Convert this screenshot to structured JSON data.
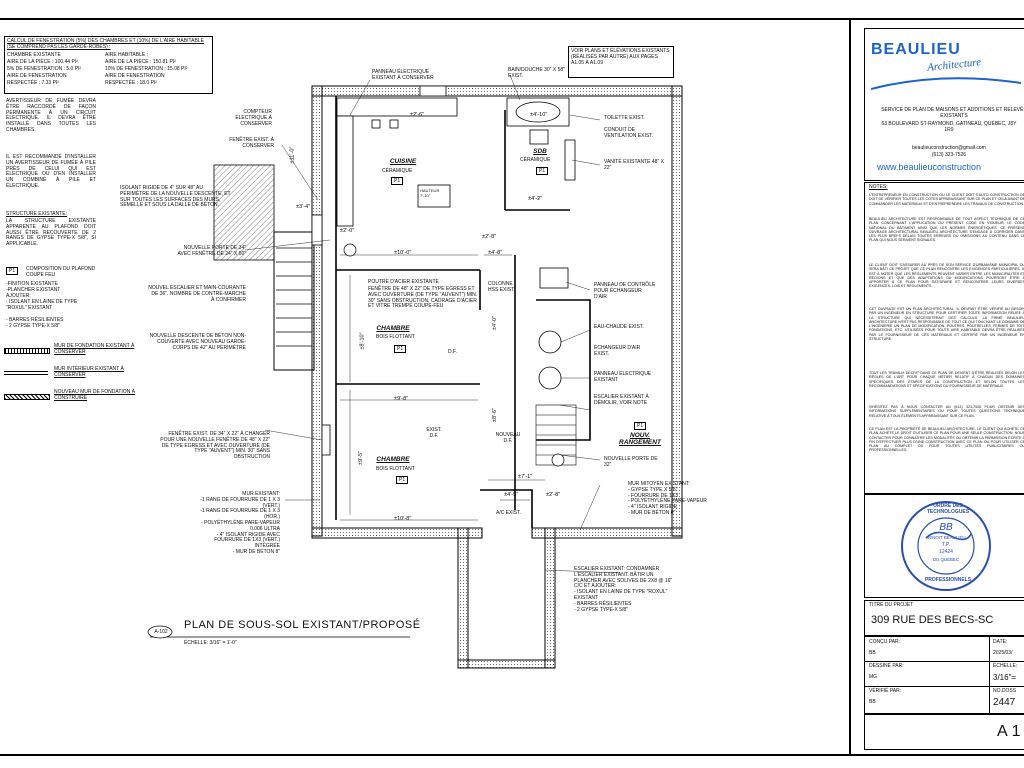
{
  "window_calc": {
    "title": "CALCUL DE FENESTRATION (5%) DES CHAMBRES ET (10%) DE L'AIRE HABITABLE (SE COMPREND PAS LES GARDE-ROBES) :",
    "left": [
      "CHAMBRE EXISTANTE",
      "AIRE DE LA PIÈCE : 100.44 PI²",
      "5% DE FENESTRATION : 5.0 PI²",
      "AIRE DE FENESTRATION",
      "RESPECTÉE : 7.33 PI²"
    ],
    "right": [
      "AIRE HABITABLE :",
      "AIRE DE LA PIÈCE : 150.81 PI²",
      "10% DE FENESTRATION : 15.08 PI²",
      "AIRE DE FENESTRATION",
      "RESPECTÉE : 18.0 PI²"
    ]
  },
  "notes_left": {
    "smoke": "AVERTISSEUR DE FUMÉE DEVRA ÊTRE RACCORDÉ DE FAÇON PERMANENTE À UN CIRCUIT ÉLECTRIQUE. IL DEVRA ÊTRE INSTALLÉ DANS TOUTES LES CHAMBRES.",
    "co": "IL EST RECOMMANDÉ D'INSTALLER UN AVERTISSEUR DE FUMÉE À PILE PRÈS DE CELUI QUI EST ÉLECTRIQUE OU D'EN INSTALLER UN COMBINÉ À PILE ET ÉLECTRIQUE.",
    "structure_title": "STRUCTURE EXISTANTE:",
    "structure": "LA STRUCTURE EXISTANTE APPARENTE AU PLAFOND DOIT AUSSI ÊTRE RECOUVERTE DE 2 RANGS DE GYPSE TYPE-X 5/8\", SI APPLICABLE.",
    "p1_tag": "P1",
    "p1_title": "COMPOSITION DU PLAFOND COUPE FEU",
    "p1_lines": [
      "-FINITION EXISTANTE",
      "-PLANCHER EXISTANT",
      "AJOUTER:",
      "- ISOLANT EN LAINE DE TYPE \"ROXUL\" EXISTANT",
      "- BARRES RÉSILIENTES",
      "- 2 GYPSE TYPE-X 5/8\""
    ]
  },
  "legend": [
    {
      "label": "MUR DE FONDATION EXISTANT À CONSERVER"
    },
    {
      "label": "MUR INTÉRIEUR EXISTANT À CONSERVER"
    },
    {
      "label": "NOUVEAU MUR DE FONDATION À CONSTRUIRE"
    }
  ],
  "ref_note": "VOIR PLANS ET ÉLÉVATIONS EXISTANTS (RÉALISÉS PAR AUTRE) AUX PAGES A1.05 À A1.09",
  "rooms": {
    "cuisine": "CUISINE",
    "cuisine_sub": "CÉRAMIQUE",
    "sdb": "SDB",
    "sdb_sub": "CÉRAMIQUE",
    "chambre1": "CHAMBRE",
    "chambre1_sub": "BOIS FLOTTANT",
    "chambre2": "CHAMBRE",
    "chambre2_sub": "BOIS FLOTTANT",
    "rangement": "NOUV. RANGEMENT",
    "hauteur": "HAUTEUR 7'-10\""
  },
  "tags": {
    "p1": "P1",
    "df": "D.F.",
    "exist_df": "EXIST. D.F.",
    "nouveau_df": "NOUVEAU D.F."
  },
  "dims": [
    "±10'-0\"",
    "±4'-8\"",
    "±9'-8\"",
    "±10'-8\"",
    "±4'-5\"",
    "±2'-8\"",
    "±7'-1\"",
    "±4'-2\"",
    "±2'-8\"",
    "±8'-10\"",
    "±9'-5\"",
    "±3'-4\"",
    "±2'-0\"",
    "±4'-0\"",
    "±11'-0\"",
    "±8'-6\"",
    "±2'-6\"",
    "±4'-10\""
  ],
  "annotations_left": {
    "compteur": "COMPTEUR ÉLECTRIQUE À CONSERVER",
    "fenetre1": "FENÊTRE EXIST. À CONSERVER",
    "isolant": "ISOLANT RIGIDE DE 4\" SUR 48\" AU PÉRIMÈTRE DE LA NOUVELLE DESCENTE, ET SUR TOUTES LES SURFACES DES MURS, SEMELLE ET SOUS LA DALLE DE BÉTON.",
    "porte": "NOUVELLE PORTE DE 34\" AVEC FENÊTRE DE 24\" X 60\"",
    "escalier": "NOUVEL ESCALIER ET MAIN-COURANTE DE 36\". NOMBRE DE CONTRE-MARCHE À CONFIRMER",
    "descente": "NOUVELLE DESCENTE DE BÉTON NON-COUVERTE AVEC NOUVEAU GARDE-CORPS DE 42\" AU PÉRIMÈTRE",
    "fenetre2": "FENÊTRE EXIST. DE 34\" X 22\" À CHANGER POUR UNE NOUVELLE FENÊTRE DE 48\" X 22\" DE TYPE EGRESS ET AVEC OUVERTURE (DE TYPE \"AUVENT\") MIN. 30\" SANS OBSTRUCTION",
    "mur_existant": "MUR EXISTANT:\n-1 RANG DE FOURRURE DE 1 X 3 (VERT.)\n-1 RANG DE FOURRURE DE 1 X 3 (HOR.)\n- POLYÉTHYLÈNE PARE-VAPEUR 0.006 ULTRA\n- 4\" ISOLANT RIGIDE AVEC FOURRURE DE 1X3 (VERT.) INTÉGRÉE\n- MUR DE BÉTON 8\""
  },
  "annotations_top": {
    "panneau": "PANNEAU ÉLECTRIQUE EXISTANT À CONSERVER",
    "bain": "BAIN/DOUCHE 30\" X 58\" EXIST.",
    "toilette": "TOILETTE EXIST.",
    "conduit": "CONDUIT DE VENTILATION EXIST.",
    "vanite": "VANITÉ EXISTANTE 48\" X 22\""
  },
  "annotations_center": {
    "poutre": "POUTRE D'ACIER EXISTANTE",
    "fenetre_egress": "FENÊTRE DE 48\" X 22\" DE TYPE EGRESS ET AVEC OUVERTURE (DE TYPE \"AUVENT\") MIN. 30\" SANS OBSTRUCTION, CADRAGE D'ACIER ET VITRE TREMPÉ COUPE-FEU",
    "colonne": "COLONNE HSS EXIST."
  },
  "annotations_right": {
    "controle": "PANNEAU DE CONTRÔLE POUR ÉCHANGEUR D'AIR",
    "eau_chaude": "EAU-CHAUDE EXIST.",
    "echangeur": "ÉCHANGEUR D'AIR EXIST.",
    "panneau2": "PANNEAU ÉLECTRIQUE EXISTANT",
    "escalier_demolir": "ESCALIER EXISTANT À DÉMOLIR, VOIR NOTE",
    "porte32": "NOUVELLE PORTE DE 32\"",
    "mitoyen": "MUR MITOYEN EXISTANT:\n- GYPSE TYPE X 5/8\"\n- FOURRURE DE 1X3\n- POLYÉTHYLÈNE PARE-VAPEUR\n- 4\" ISOLANT RIGIDE\n- MUR DE BÉTON 8\"",
    "ac": "A/C EXIST.",
    "condamner": "ESCALIER EXISTANT: CONDAMNER L'ESCALIER EXISTANT. BÂTIR UN PLANCHER AVEC SOLIVES DE 2X8 @ 16\" C/C ET AJOUTER:\n- ISOLANT EN LAINE DE TYPE \"ROXUL\" EXISTANT\n- BARRES RÉSILIENTES\n- 2 GYPSE TYPE-X 5/8\""
  },
  "plan_title": {
    "ref": "A-102",
    "title": "PLAN DE SOUS-SOL EXISTANT/PROPOSÉ",
    "scale": "ÉCHELLE: 3/16\" = 1'-0\""
  },
  "title_block": {
    "logo_main": "BEAULIEU",
    "logo_script": "Architecture",
    "service": "SERVICE DE PLAN DE MAISONS ET ADDITIONS ET RELEVÉS EXISTANTS",
    "address": "63 BOULEVARD ST-RAYMOND, GATINEAU, QUÉBEC, J8Y 1R9",
    "email": "beaulieuconstruction@gmail.com",
    "phone": "(613) 323-7526",
    "web": "www.beaulieuconstruction",
    "notes_title": "NOTES:",
    "notes": [
      "L'ENTREPRENEUR EN CONSTRUCTION OU LE CLIENT DOIT S'AUTO-CONSTRUCTION DE DOIT DE VÉRIFIER TOUTES LES COTES APPARAISSANT SUR CE PLAN ET CELA AVANT DE COMMANDER LES MATÉRIAUX ET D'ENTREPRENDRE LES TRAVAUX DE CONSTRUCTION.",
      "BEAULIEU ARCHITECTURE EST RESPONSABLE DE TOUT ASPECT TECHNIQUE DE CE PLAN CONCERNANT L'APPLICATION DU PRÉSENT CODE EN VIGUEUR, LE CODE NATIONAL DU BÂTIMENT AINSI QUE LES NORMES ÉNERGÉTIQUES. CE PRÉSENT OUVRAGE ARCHITECTURAL BEAULIEU ARCHITECTURE S'ENGAGE À CORRIGER DANS LES PLUS BREFS DÉLAIS TOUTES ERREURS OU OMISSIONS AU CONTENU DANS LE PLAN QUI NOUS SERAIENT SIGNALÉS.",
      "LE CLIENT DOIT S'ASSURER AU PRÈS DE SON SERVICE D'URBANISME MUNICIPAL OU SERA BÂTI CE PROJET QUE CE PLAN RENCONTRE LES EXIGENCES PARTICULIÈRES. IL EST À NOTER QUE LES RÈGLEMENTS PEUVENT VARIER ENTRE LES MUNICIPALITÉS ET RÉGIONS ET QUE DES ADAPTATIONS OU MODIFICATIONS POURRONT ÊTRE À APPORTER À CE PLAN POUR SATISFAIRE ET RENCONTRER LEURS DIVERSES EXIGENCES, LOIS ET RÈGLEMENTS.",
      "CET OUVRAGE EST UN PLAN ARCHITECTURAL. IL DEVRAIT ÊTRE VÉRIFIÉ AU BESOIN PAR UN INGÉNIEUR EN STRUCTURE POUR CERTIFIER TOUTE INFORMATION RELIÉE À LA STRUCTURE QUI NÉCESSITERAIT DES CALCULS. LA FIRME BEAULIEU ARCHITECTURE N'EST PAS RESPONSABLE DE TOUT CE QUI TOUCHANT LE DOMAINE DE L'INGÉNIERIE UN PLAN DE MODIFICATION, POUTRES, POUTRELLES, FERMES DE TOIT, FONDATIONS, ETC. UTILISÉES POUR TOUTE AIRE HABITABLE DEVRA ÊTRE RÉALISÉE PAR LE FOURNISSEUR DE CES MATÉRIAUX ET CERTIFIÉ PAR UN INGÉNIEUR EN STRUCTURE.",
      "TOUT LES TRAVAUX DÉCRIT DANS CE PLAN DE DEVIENT D'ÊTRE RÉALISÉS SELON LES RÈGLES DE L'ART POUR CHAQUE MÉTIER RELATIF À CHACUN DES DOMAINES SPÉCIFIQUES DES ÉTAPES DE LA CONSTRUCTION ET SELON TOUTES LES RECOMMANDATIONS ET SPÉCIFICATIONS DU FOURNISSEUR DE MATÉRIAUX.",
      "N'HÉSITEZ PAS À NOUS CONTACTER AU (613) 323-7526 POUR OBTENIR DES INFORMATIONS SUPPLÉMENTAIRES OU POUR TOUTES QUESTIONS TECHNIQUE RELATIVE À TOUS ÉLÉMENTS APPARAISSANT SUR CE PLAN.",
      "CE PLAN EST LA PROPRIÉTÉ DE BEAULIEU ARCHITECTURE. LE CLIENT QUI ACHÈTE CE PLAN ACHÈTE LE DROIT D'UTILISER CE PLAN POUR UNE SEULE CONSTRUCTION. NOUS CONTACTER POUR CONNAÎTRE LES MODALITÉS OU OBTENIR LA PERMISSION ÉCRITE À FIN D'EFFECTUER PLUS D'UNE CONSTRUCTION AVEC CE PLAN OU POUR UTILISER CE PLAN AU COMPLET OU POUR TOUTES UTILITÉS PUBLICITAIRES OU PROFESSIONNELLES."
    ],
    "seal_top": "ORDRE DES TECHNOLOGUES",
    "seal_name": "BENOIT BEAULIEU",
    "seal_tp": "T.P.",
    "seal_num": "12424",
    "seal_quebec": "DU QUÉBEC",
    "seal_bottom": "PROFESSIONNELS",
    "seal_initials": "BB",
    "project_label": "TITRE DU PROJET",
    "project": "309 RUE DES BECS-SC",
    "concu_label": "CONÇU PAR:",
    "concu": "BB",
    "date_label": "DATE:",
    "date": "2025/03/",
    "dessine_label": "DESSINÉ PAR:",
    "dessine": "MG",
    "echelle_label": "ÉCHELLE:",
    "echelle": "3/16\"=",
    "verifie_label": "VÉRIFIÉ PAR:",
    "verifie": "BB",
    "dossier_label": "NO.DOSS",
    "dossier": "2447",
    "sheet": "A1("
  },
  "colors": {
    "line": "#000000",
    "hatch": "#555555",
    "logo_blue": "#1d64c8",
    "seal_blue": "#2a4fb0"
  }
}
